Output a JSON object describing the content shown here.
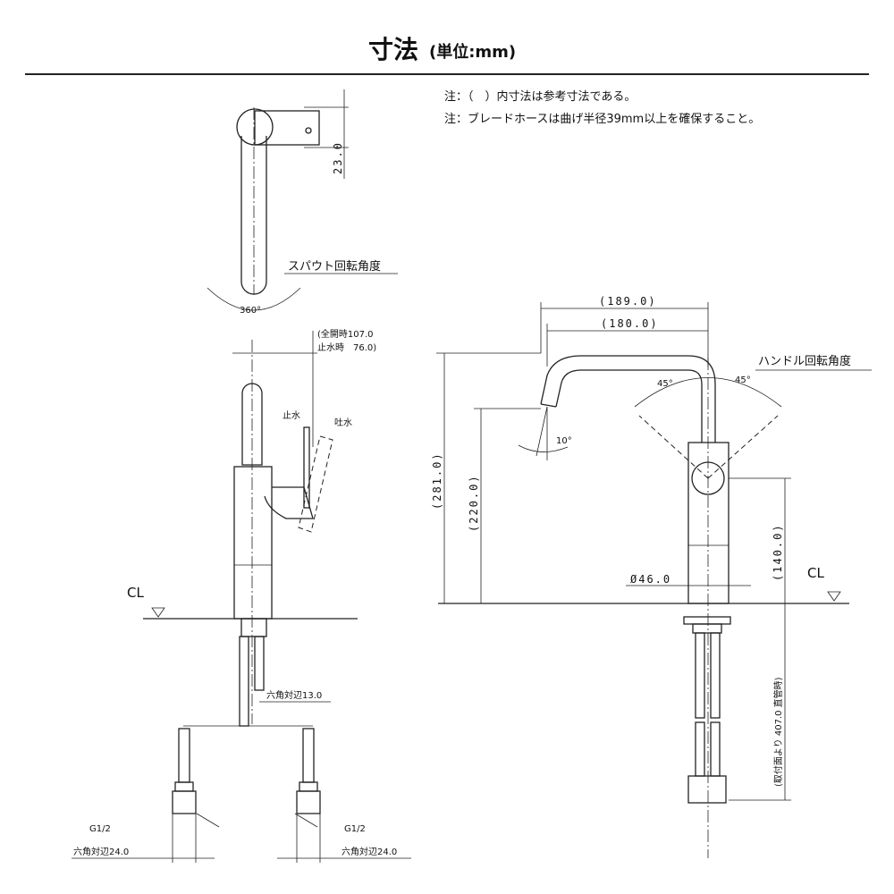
{
  "title": {
    "main": "寸法",
    "unit": "(単位:mm)"
  },
  "notes": [
    "注：（　）内寸法は参考寸法である。",
    "注：ブレードホースは曲げ半径39mm以上を確保すること。"
  ],
  "top_view": {
    "dim": "23.0",
    "label": "スパウト回転角度",
    "angle": "360°"
  },
  "side_view": {
    "reach_open": "(全開時107.0",
    "reach_closed": "止水時　76.0)",
    "stop_water": "止水",
    "discharge": "吐水",
    "cl": "CL",
    "hex13": "六角対辺13.0",
    "thread_left": "G1/2",
    "thread_right": "G1/2",
    "hex24_left": "六角対辺24.0",
    "hex24_right": "六角対辺24.0"
  },
  "front_view": {
    "dim_189": "(189.0)",
    "dim_180": "(180.0)",
    "handle_label": "ハンドル回転角度",
    "angle_left": "45°",
    "angle_right": "45°",
    "angle_spout": "10°",
    "dim_281": "(281.0)",
    "dim_220": "(220.0)",
    "dim_140": "(140.0)",
    "diameter": "Ø46.0",
    "cl": "CL",
    "hose_length": "(取付面より 407.0 直管時)"
  }
}
